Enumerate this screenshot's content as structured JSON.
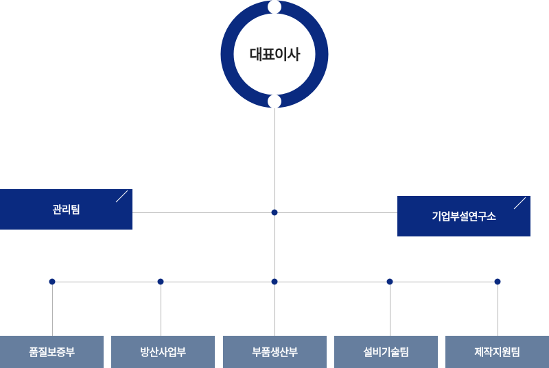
{
  "colors": {
    "navy": "#0a2a80",
    "gray_box": "#667e9e",
    "line": "#b3b3b3",
    "dot": "#0a2a80"
  },
  "ceo": {
    "label": "대표이사"
  },
  "side_units": {
    "left": {
      "label": "관리팀"
    },
    "right": {
      "label": "기업부설연구소"
    }
  },
  "departments": [
    {
      "label": "품질보증부"
    },
    {
      "label": "방산사업부"
    },
    {
      "label": "부품생산부"
    },
    {
      "label": "설비기술팀"
    },
    {
      "label": "제작지원팀"
    }
  ]
}
